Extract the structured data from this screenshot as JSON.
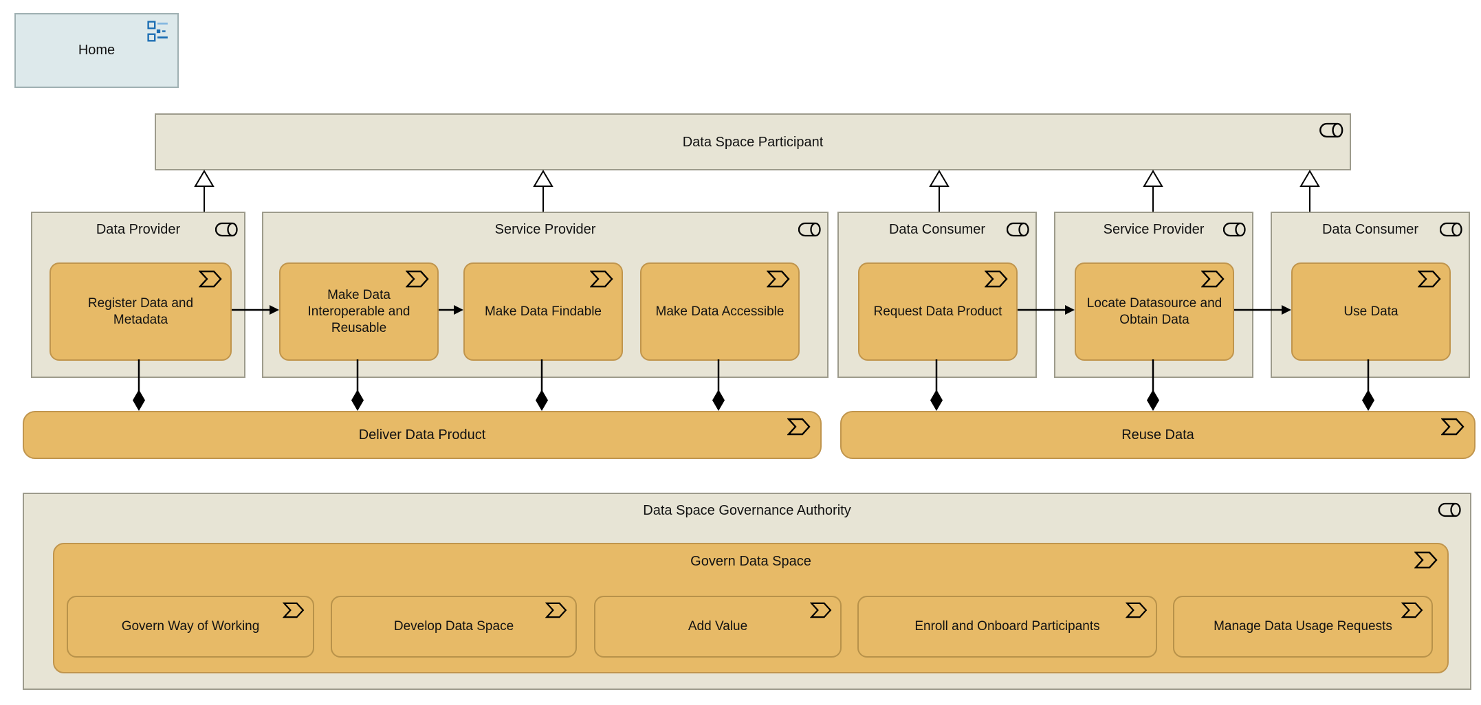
{
  "home": {
    "label": "Home"
  },
  "participant": {
    "label": "Data Space Participant"
  },
  "roles": [
    {
      "label": "Data Provider",
      "processes": [
        "Register Data and Metadata"
      ]
    },
    {
      "label": "Service Provider",
      "processes": [
        "Make Data Interoperable and Reusable",
        "Make Data Findable",
        "Make Data Accessible"
      ]
    },
    {
      "label": "Data Consumer",
      "processes": [
        "Request Data Product"
      ]
    },
    {
      "label": "Service Provider",
      "processes": [
        "Locate Datasource and Obtain Data"
      ]
    },
    {
      "label": "Data Consumer",
      "processes": [
        "Use Data"
      ]
    }
  ],
  "bars": [
    {
      "label": "Deliver Data Product"
    },
    {
      "label": "Reuse Data"
    }
  ],
  "governance": {
    "label": "Data Space Governance Authority",
    "group": {
      "label": "Govern Data Space",
      "processes": [
        "Govern Way of Working",
        "Develop Data Space",
        "Add Value",
        "Enroll and Onboard Participants",
        "Manage Data Usage Requests"
      ]
    }
  },
  "colors": {
    "role_fill": "#e7e4d5",
    "role_border": "#9d9b8c",
    "process_fill": "#e7ba67",
    "process_border": "#c0954d",
    "home_fill": "#dde9eb",
    "icon_blue": "#1a6db3",
    "connector": "#000000"
  }
}
